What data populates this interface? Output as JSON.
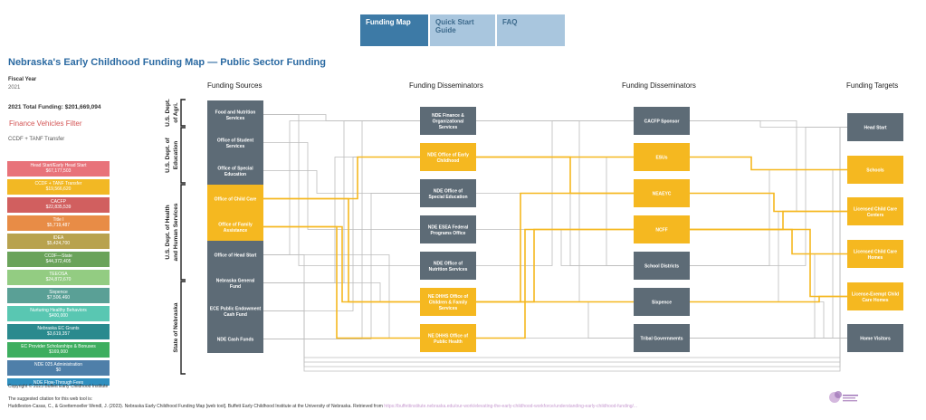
{
  "nav": {
    "tabs": [
      {
        "label": "Funding Map",
        "active": true
      },
      {
        "label": "Quick Start Guide",
        "active": false
      },
      {
        "label": "FAQ",
        "active": false
      }
    ]
  },
  "page": {
    "title": "Nebraska's Early Childhood Funding Map — Public Sector Funding",
    "fiscal_year_label": "Fiscal Year",
    "fiscal_year": "2021",
    "total_funding": "2021 Total Funding: $201,669,094",
    "filter_title": "Finance Vehicles Filter",
    "filter_value": "CCDF + TANF Transfer"
  },
  "legend": [
    {
      "name": "Head Start/Early Head Start",
      "amount": "$67,177,503",
      "color": "#e8737a"
    },
    {
      "name": "CCDF + TANF Transfer",
      "amount": "$19,566,620",
      "color": "#f2b824"
    },
    {
      "name": "CACFP",
      "amount": "$22,835,539",
      "color": "#d15f5f"
    },
    {
      "name": "Title I",
      "amount": "$5,719,487",
      "color": "#e88c46"
    },
    {
      "name": "IDEA",
      "amount": "$5,424,700",
      "color": "#b8a24e"
    },
    {
      "name": "CCDF—State",
      "amount": "$44,372,405",
      "color": "#6aa35a"
    },
    {
      "name": "TEEOSA",
      "amount": "$24,872,670",
      "color": "#93cc82"
    },
    {
      "name": "Sixpence",
      "amount": "$7,506,460",
      "color": "#5aa096"
    },
    {
      "name": "Nurturing Healthy Behaviors",
      "amount": "$400,000",
      "color": "#59c7b2"
    },
    {
      "name": "Nebraska EC Grants",
      "amount": "$3,619,357",
      "color": "#2a8a8e"
    },
    {
      "name": "EC Provider Scholarships & Bonuses",
      "amount": "$169,000",
      "color": "#3dae5f"
    },
    {
      "name": "NDE 025 Administration",
      "amount": "$0",
      "color": "#4f7fa9"
    },
    {
      "name": "NDE Flow-Through Fees",
      "amount": "",
      "color": "#2f8fbf"
    }
  ],
  "columns": {
    "sources": "Funding Sources",
    "disseminators1": "Funding Disseminators",
    "disseminators2": "Funding Disseminators",
    "targets": "Funding Targets"
  },
  "departments": [
    {
      "line1": "U.S. Dept.",
      "line2": "of Agri."
    },
    {
      "line1": "U.S. Dept. of",
      "line2": "Education"
    },
    {
      "line1": "U.S. Dept. of Health",
      "line2": "and Human Services"
    },
    {
      "line1": "State of Nebraska",
      "line2": ""
    }
  ],
  "sources": [
    {
      "lines": [
        "Food and Nutrition",
        "Services"
      ],
      "highlight": false
    },
    {
      "lines": [
        "Office of Student",
        "Services"
      ],
      "highlight": false
    },
    {
      "lines": [
        "Office of Special",
        "Education"
      ],
      "highlight": false
    },
    {
      "lines": [
        "Office of Child Care"
      ],
      "highlight": true
    },
    {
      "lines": [
        "Office of Family",
        "Assistance"
      ],
      "highlight": true
    },
    {
      "lines": [
        "Office of Head Start"
      ],
      "highlight": false
    },
    {
      "lines": [
        "Nebraska General",
        "Fund"
      ],
      "highlight": false
    },
    {
      "lines": [
        "ECE Public Endowment",
        "Cash Fund"
      ],
      "highlight": false
    },
    {
      "lines": [
        "NDE Cash Funds"
      ],
      "highlight": false
    }
  ],
  "disseminators1": [
    {
      "lines": [
        "NDE Finance &",
        "Organizational",
        "Services"
      ],
      "highlight": false
    },
    {
      "lines": [
        "NDE Office of Early",
        "Childhood"
      ],
      "highlight": true
    },
    {
      "lines": [
        "NDE Office of",
        "Special Education"
      ],
      "highlight": false
    },
    {
      "lines": [
        "NDE ESEA Federal",
        "Programs Office"
      ],
      "highlight": false
    },
    {
      "lines": [
        "NDE Office of",
        "Nutrition Services"
      ],
      "highlight": false
    },
    {
      "lines": [
        "NE DHHS Office of",
        "Children & Family",
        "Services"
      ],
      "highlight": true
    },
    {
      "lines": [
        "NE DHHS Office of",
        "Public Health"
      ],
      "highlight": true
    }
  ],
  "disseminators2": [
    {
      "lines": [
        "CACFP Sponsor"
      ],
      "highlight": false
    },
    {
      "lines": [
        "ESUs"
      ],
      "highlight": true
    },
    {
      "lines": [
        "NEAEYC"
      ],
      "highlight": true
    },
    {
      "lines": [
        "NCFF"
      ],
      "highlight": true
    },
    {
      "lines": [
        "School Districts"
      ],
      "highlight": false
    },
    {
      "lines": [
        "Sixpence"
      ],
      "highlight": false
    },
    {
      "lines": [
        "Tribal Governments"
      ],
      "highlight": false
    }
  ],
  "targets": [
    {
      "lines": [
        "Head Start"
      ],
      "highlight": false
    },
    {
      "lines": [
        "Schools"
      ],
      "highlight": true
    },
    {
      "lines": [
        "Licensed Child Care",
        "Centers"
      ],
      "highlight": true
    },
    {
      "lines": [
        "Licensed Child Care",
        "Homes"
      ],
      "highlight": true
    },
    {
      "lines": [
        "License-Exempt Child",
        "Care Homes"
      ],
      "highlight": true
    },
    {
      "lines": [
        "Home Visitors"
      ],
      "highlight": false
    }
  ],
  "colors": {
    "highlight": "#f5b820",
    "node": "#5d6b76",
    "flow": "#bdbdbd",
    "accent": "#2b6aa2"
  },
  "footer": {
    "copyright": "Copyright © 2023 Buffett Early Childhood Institute",
    "citation_intro": "The suggested citation for this web tool is:",
    "citation": "Huddleston-Casas, C., & Goettemoeller Wendl, J. (2023). Nebraska Early Childhood Funding Map [web tool]. Buffett Early Childhood Institute at the University of Nebraska. Retrieved from ",
    "citation_url": "https://buffettinstitute.nebraska.edu/our-work/elevating-the-early-childhood-workforce/understanding-early-childhood-funding/...",
    "logo_text": "Buffett Early Childhood Institute"
  }
}
